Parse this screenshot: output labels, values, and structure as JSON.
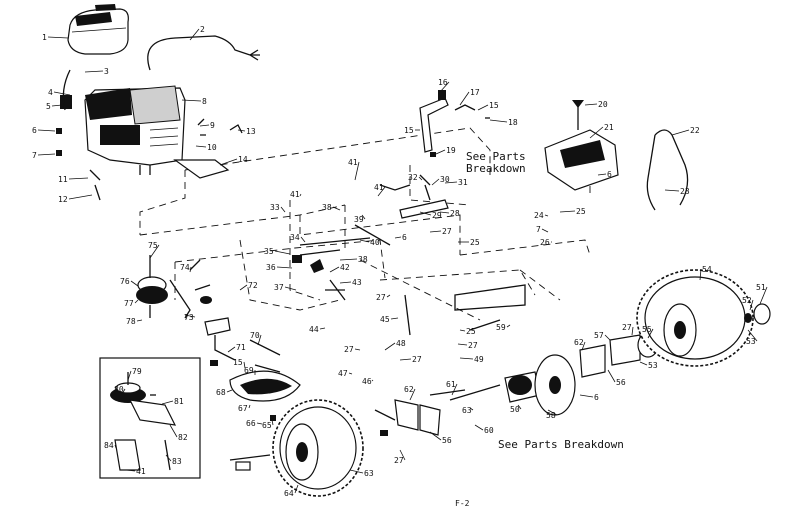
{
  "notes": {
    "upper": [
      "See Parts",
      "Breakdown"
    ],
    "lower": "See Parts Breakdown"
  },
  "footer_mark": "F-2",
  "callouts": [
    {
      "id": "c1",
      "text": "1"
    },
    {
      "id": "c2",
      "text": "2"
    },
    {
      "id": "c3",
      "text": "3"
    },
    {
      "id": "c4",
      "text": "4"
    },
    {
      "id": "c5",
      "text": "5"
    },
    {
      "id": "c6a",
      "text": "6"
    },
    {
      "id": "c7a",
      "text": "7"
    },
    {
      "id": "c8",
      "text": "8"
    },
    {
      "id": "c9",
      "text": "9"
    },
    {
      "id": "c10",
      "text": "10"
    },
    {
      "id": "c11",
      "text": "11"
    },
    {
      "id": "c12",
      "text": "12"
    },
    {
      "id": "c13",
      "text": "13"
    },
    {
      "id": "c14",
      "text": "14"
    },
    {
      "id": "c15a",
      "text": "15"
    },
    {
      "id": "c16",
      "text": "16"
    },
    {
      "id": "c17",
      "text": "17"
    },
    {
      "id": "c15b",
      "text": "15"
    },
    {
      "id": "c18",
      "text": "18"
    },
    {
      "id": "c19",
      "text": "19"
    },
    {
      "id": "c20",
      "text": "20"
    },
    {
      "id": "c21",
      "text": "21"
    },
    {
      "id": "c22",
      "text": "22"
    },
    {
      "id": "c23",
      "text": "23"
    },
    {
      "id": "c6b",
      "text": "6"
    },
    {
      "id": "c32",
      "text": "32"
    },
    {
      "id": "c30",
      "text": "30"
    },
    {
      "id": "c31",
      "text": "31"
    },
    {
      "id": "c41a",
      "text": "41"
    },
    {
      "id": "c41b",
      "text": "41"
    },
    {
      "id": "c41c",
      "text": "41"
    },
    {
      "id": "c33",
      "text": "33"
    },
    {
      "id": "c38a",
      "text": "38"
    },
    {
      "id": "c39",
      "text": "39"
    },
    {
      "id": "c29",
      "text": "29"
    },
    {
      "id": "c28",
      "text": "28"
    },
    {
      "id": "c24",
      "text": "24"
    },
    {
      "id": "c25a",
      "text": "25"
    },
    {
      "id": "c7b",
      "text": "7"
    },
    {
      "id": "c26",
      "text": "26"
    },
    {
      "id": "c27a",
      "text": "27"
    },
    {
      "id": "c25b",
      "text": "25"
    },
    {
      "id": "c6c",
      "text": "6"
    },
    {
      "id": "c40",
      "text": "40"
    },
    {
      "id": "c34",
      "text": "34"
    },
    {
      "id": "c35",
      "text": "35"
    },
    {
      "id": "c36",
      "text": "36"
    },
    {
      "id": "c42",
      "text": "42"
    },
    {
      "id": "c38b",
      "text": "38"
    },
    {
      "id": "c43",
      "text": "43"
    },
    {
      "id": "c37",
      "text": "37"
    },
    {
      "id": "c75",
      "text": "75"
    },
    {
      "id": "c74",
      "text": "74"
    },
    {
      "id": "c76",
      "text": "76"
    },
    {
      "id": "c77",
      "text": "77"
    },
    {
      "id": "c72",
      "text": "72"
    },
    {
      "id": "c73",
      "text": "73"
    },
    {
      "id": "c78",
      "text": "78"
    },
    {
      "id": "c27b",
      "text": "27"
    },
    {
      "id": "c45",
      "text": "45"
    },
    {
      "id": "c44",
      "text": "44"
    },
    {
      "id": "c25c",
      "text": "25"
    },
    {
      "id": "c27c",
      "text": "27"
    },
    {
      "id": "c49",
      "text": "49"
    },
    {
      "id": "c59",
      "text": "59"
    },
    {
      "id": "c62a",
      "text": "62"
    },
    {
      "id": "c57",
      "text": "57"
    },
    {
      "id": "c27d",
      "text": "27"
    },
    {
      "id": "c55",
      "text": "55"
    },
    {
      "id": "c56a",
      "text": "56"
    },
    {
      "id": "c53a",
      "text": "53"
    },
    {
      "id": "c54",
      "text": "54"
    },
    {
      "id": "c51",
      "text": "51"
    },
    {
      "id": "c52",
      "text": "52"
    },
    {
      "id": "c53b",
      "text": "53"
    },
    {
      "id": "c70",
      "text": "70"
    },
    {
      "id": "c15c",
      "text": "15"
    },
    {
      "id": "c71",
      "text": "71"
    },
    {
      "id": "c69",
      "text": "69"
    },
    {
      "id": "c48",
      "text": "48"
    },
    {
      "id": "c27e",
      "text": "27"
    },
    {
      "id": "c27f",
      "text": "27"
    },
    {
      "id": "c47",
      "text": "47"
    },
    {
      "id": "c46",
      "text": "46"
    },
    {
      "id": "c79",
      "text": "79"
    },
    {
      "id": "c80",
      "text": "80"
    },
    {
      "id": "c81",
      "text": "81"
    },
    {
      "id": "c82",
      "text": "82"
    },
    {
      "id": "c84",
      "text": "84"
    },
    {
      "id": "c41d",
      "text": "41"
    },
    {
      "id": "c83",
      "text": "83"
    },
    {
      "id": "c68",
      "text": "68"
    },
    {
      "id": "c67",
      "text": "67"
    },
    {
      "id": "c66",
      "text": "66"
    },
    {
      "id": "c65",
      "text": "65"
    },
    {
      "id": "c63a",
      "text": "63"
    },
    {
      "id": "c64",
      "text": "64"
    },
    {
      "id": "c61",
      "text": "61"
    },
    {
      "id": "c62b",
      "text": "62"
    },
    {
      "id": "c60",
      "text": "60"
    },
    {
      "id": "c56b",
      "text": "56"
    },
    {
      "id": "c27g",
      "text": "27"
    },
    {
      "id": "c58",
      "text": "58"
    },
    {
      "id": "c6d",
      "text": "6"
    },
    {
      "id": "c50",
      "text": "50"
    },
    {
      "id": "c63b",
      "text": "63"
    }
  ]
}
